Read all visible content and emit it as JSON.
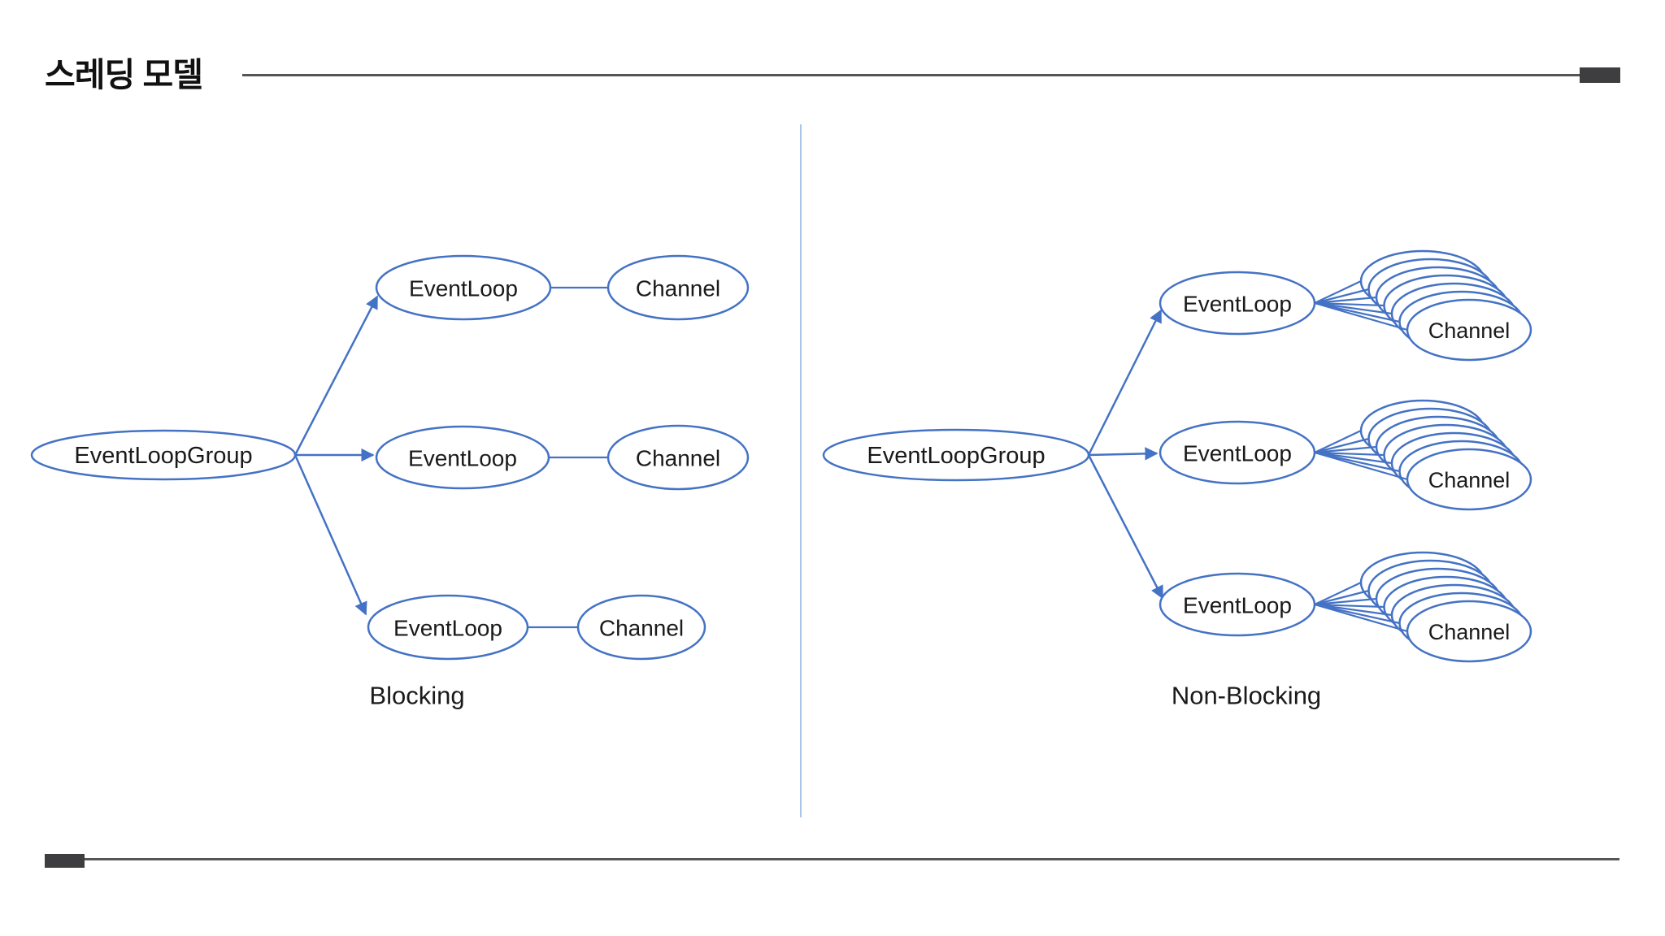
{
  "slide": {
    "title": "스레딩 모델"
  },
  "labels": {
    "event_loop_group": "EventLoopGroup",
    "event_loop": "EventLoop",
    "channel": "Channel"
  },
  "captions": {
    "left": "Blocking",
    "right": "Non-Blocking"
  },
  "colors": {
    "diagram_blue": "#4472C4",
    "divider_blue": "#A9C6E8",
    "rule_gray": "#555555",
    "marker_dark": "#3E3E40",
    "text": "#1A1A1A"
  },
  "structure": {
    "left_diagram": {
      "root": "EventLoopGroup",
      "event_loop_count": 3,
      "channels_per_event_loop": 1,
      "caption": "Blocking"
    },
    "right_diagram": {
      "root": "EventLoopGroup",
      "event_loop_count": 3,
      "channels_per_event_loop": 7,
      "caption": "Non-Blocking"
    }
  }
}
